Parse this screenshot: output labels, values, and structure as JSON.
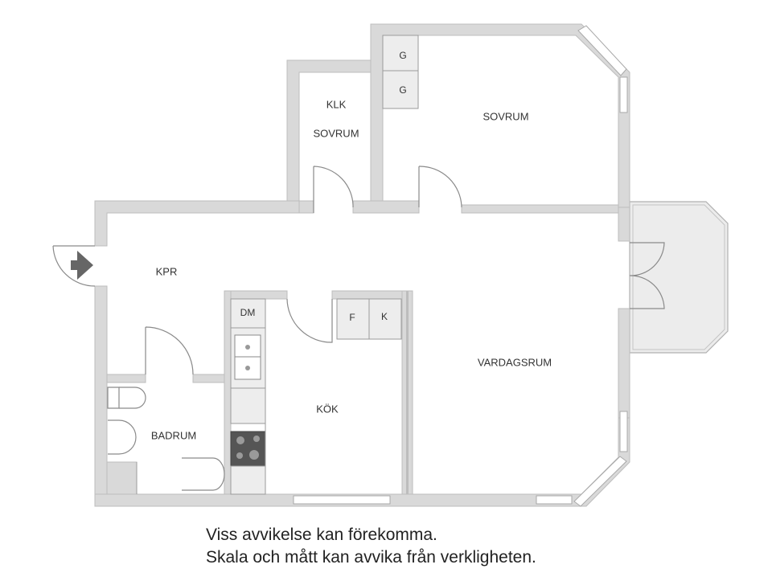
{
  "floorplan": {
    "rooms": [
      {
        "id": "klk",
        "label": "KLK"
      },
      {
        "id": "sovrum_small",
        "label": "SOVRUM"
      },
      {
        "id": "sovrum_large",
        "label": "SOVRUM"
      },
      {
        "id": "kpr",
        "label": "KPR"
      },
      {
        "id": "kok",
        "label": "KÖK"
      },
      {
        "id": "badrum",
        "label": "BADRUM"
      },
      {
        "id": "vardagsrum",
        "label": "VARDAGSRUM"
      }
    ],
    "fixtures": {
      "wardrobe_top": "G",
      "wardrobe_bottom": "G",
      "dishwasher": "DM",
      "freezer": "F",
      "fridge": "K"
    },
    "colors": {
      "wall": "#d9d9d9",
      "stove": "#555555",
      "balcony": "#ececec",
      "entrance_arrow": "#666666"
    }
  },
  "disclaimer": {
    "line1": "Viss avvikelse kan förekomma.",
    "line2": "Skala och mått kan avvika från verkligheten."
  }
}
